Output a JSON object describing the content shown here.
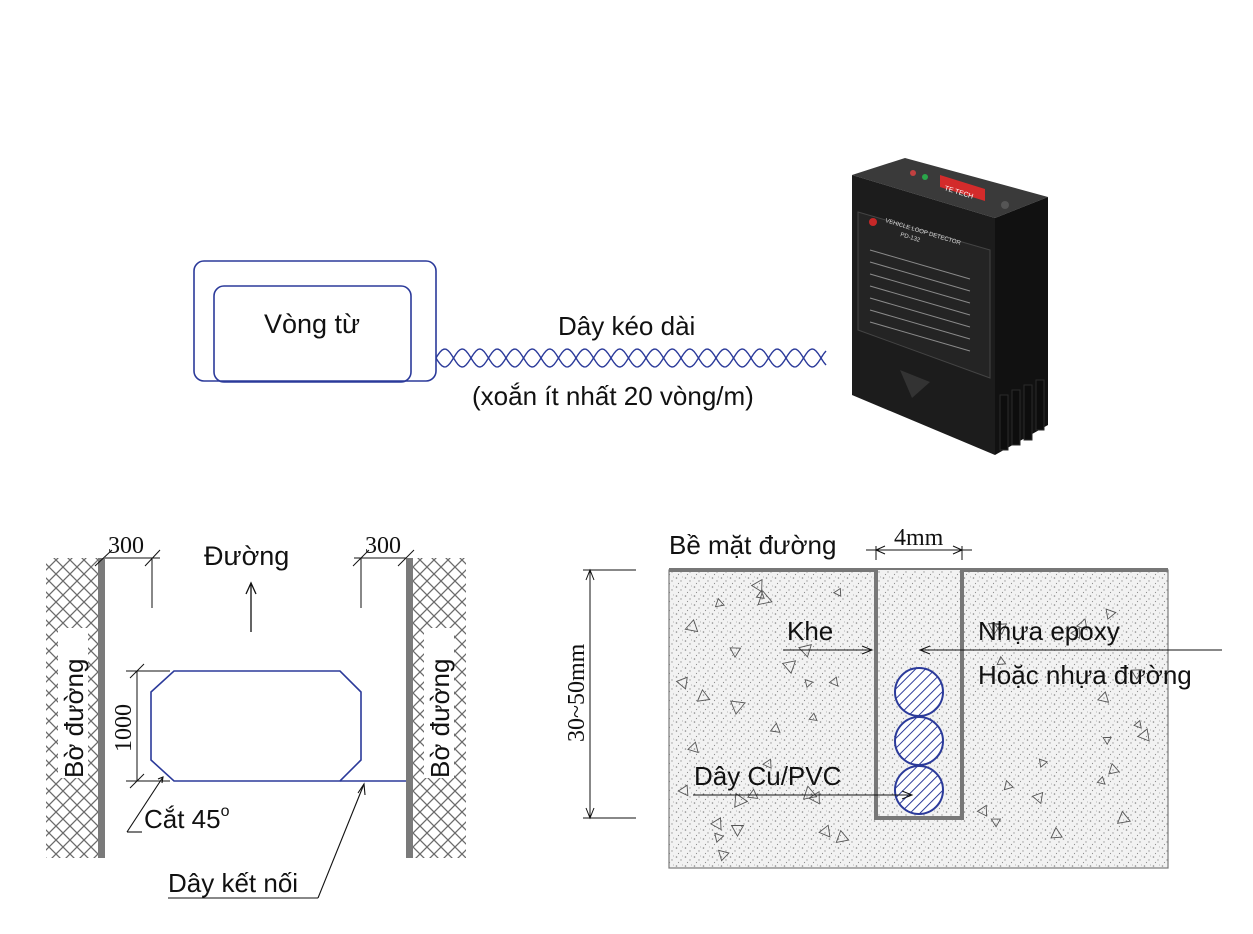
{
  "top": {
    "loop_label": "Vòng từ",
    "cable_label": "Dây kéo dài",
    "cable_note": "(xoắn ít nhất 20 vòng/m)",
    "device": {
      "front_title": "VEHICLE LOOP DETECTOR",
      "model": "PD-132",
      "brand_sticker": "TE TECH"
    }
  },
  "plan": {
    "road_label": "Đường",
    "curb_left": "Bờ đường",
    "curb_right": "Bờ đường",
    "dim_left": "300",
    "dim_right": "300",
    "dim_height": "1000",
    "corner_cut": "Cắt 45",
    "corner_cut_sup": "o",
    "lead_wire": "Dây kết nối"
  },
  "section": {
    "surface_label": "Bề mặt đường",
    "slot_width": "4mm",
    "depth": "30~50mm",
    "slot_label": "Khe",
    "fill_label_1": "Nhựa epoxy",
    "fill_label_2": "Hoặc nhựa đường",
    "wire_label": "Dây Cu/PVC"
  },
  "colors": {
    "loop_blue": "#2b3a9a",
    "device_black": "#1e1e1e",
    "curb_hatch": "#6b6b6b",
    "concrete_edge": "#7a7a7a"
  }
}
